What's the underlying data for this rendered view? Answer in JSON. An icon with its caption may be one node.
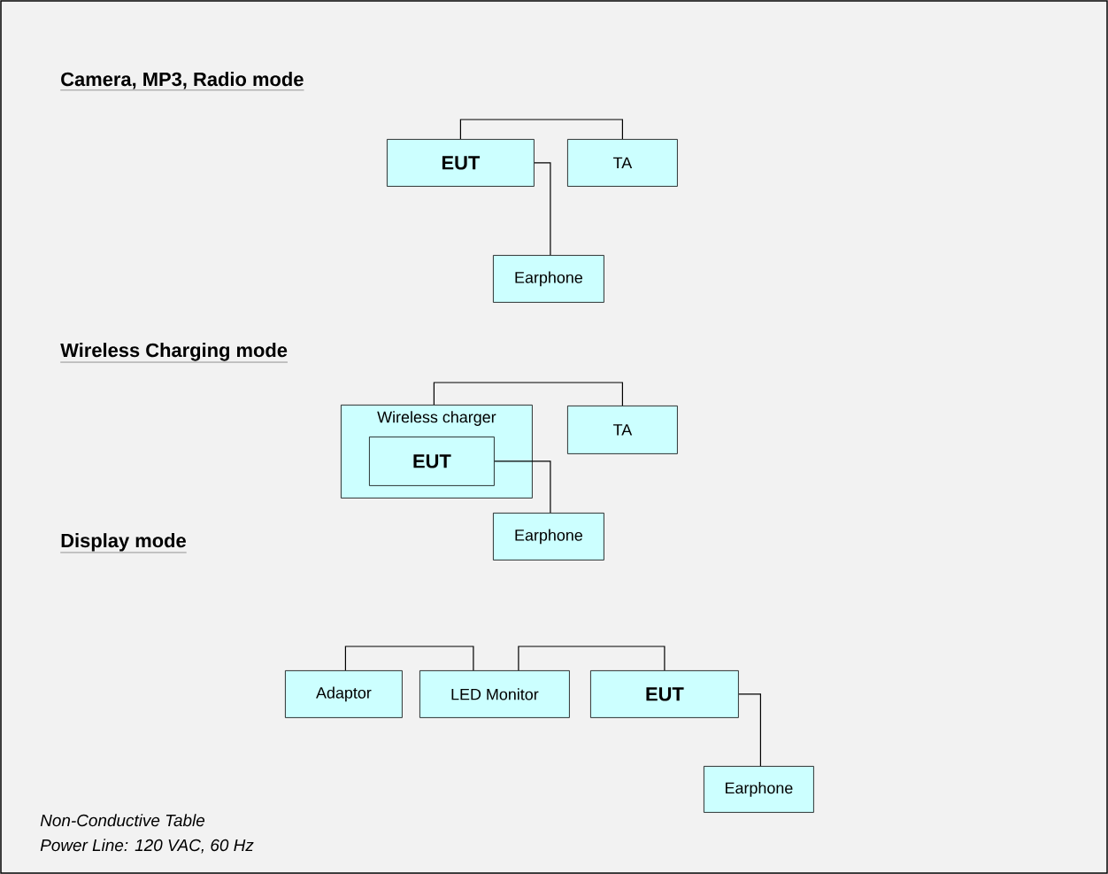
{
  "diagram": {
    "nodes": [
      {
        "text": [
          "EUT"
        ]
      },
      {
        "text": [
          "TA"
        ]
      },
      {
        "text": [
          "Earphone"
        ]
      },
      {
        "text": [
          "Wireless charger"
        ]
      },
      {
        "text": [
          "EUT"
        ],
        "in": 3
      },
      {
        "text": [
          "TA"
        ]
      },
      {
        "text": [
          "Earphone"
        ]
      },
      {
        "text": [
          "Adaptor"
        ]
      },
      {
        "text": [
          "LED Monitor"
        ]
      },
      {
        "text": [
          "EUT"
        ]
      },
      {
        "text": [
          "Earphone"
        ]
      }
    ],
    "edges": [
      {
        "from": 0,
        "to": 1,
        "arrow": "none"
      },
      {
        "from": 0,
        "to": 2,
        "arrow": "none"
      },
      {
        "from": 3,
        "to": 5,
        "arrow": "none"
      },
      {
        "from": 4,
        "to": 6,
        "arrow": "none"
      },
      {
        "from": 7,
        "to": 8,
        "arrow": "none"
      },
      {
        "from": 8,
        "to": 9,
        "arrow": "none"
      },
      {
        "from": 9,
        "to": 10,
        "arrow": "none"
      }
    ],
    "labels": [
      "Camera, MP3, Radio mode",
      "Wireless Charging mode",
      "Display mode",
      "Non-Conductive Table",
      "Power Line: 120 VAC, 60 Hz"
    ]
  }
}
